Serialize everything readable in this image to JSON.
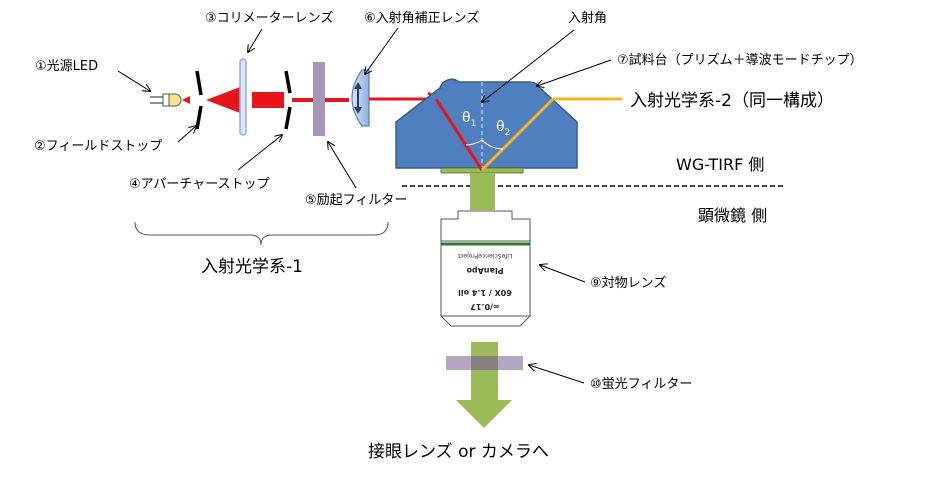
{
  "labels": {
    "led": "①光源LED",
    "collimator": "③コリメーターレンズ",
    "correction": "⑥入射角補正レンズ",
    "incident_angle": "入射角",
    "stage": "⑦試料台（プリズム＋導波モードチップ）",
    "field_stop": "②フィールドストップ",
    "aperture_stop": "④アパーチャーストップ",
    "excitation_filter": "⑤励起フィルター",
    "optics1": "入射光学系-1",
    "optics2": "入射光学系-2（同一構成）",
    "wg_side": "WG-TIRF 側",
    "microscope_side": "顕微鏡 側",
    "objective": "⑨対物レンズ",
    "emission_filter": "⑩蛍光フィルター",
    "output": "接眼レンズ or カメラへ",
    "theta1": "θ",
    "theta1_sub": "1",
    "theta2": "θ",
    "theta2_sub": "2"
  },
  "objective_text": {
    "line1": "∞/0.17",
    "line2": "60X / 1.4 oil",
    "line3": "PlanApo",
    "line4": "LifeScienceProject"
  },
  "colors": {
    "red_beam": "#e8141c",
    "orange_beam": "#f5b61d",
    "prism_fill": "#4f7fbf",
    "prism_stroke": "#385d8a",
    "green_emission": "#9bbb59",
    "filter_purple": "#a797b6",
    "lens_blue": "#8fb0e0"
  }
}
